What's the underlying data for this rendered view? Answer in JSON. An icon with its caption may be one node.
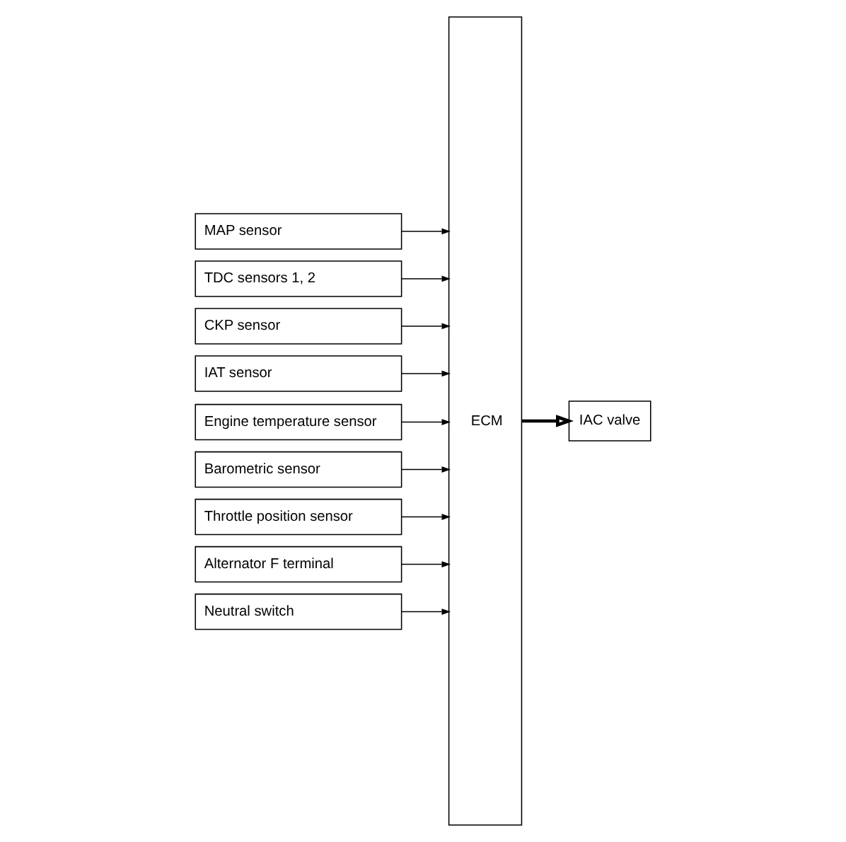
{
  "diagram": {
    "nodes": [
      {
        "text": [
          "MAP sensor"
        ]
      },
      {
        "text": [
          "TDC sensors 1, 2"
        ]
      },
      {
        "text": [
          "CKP sensor"
        ]
      },
      {
        "text": [
          "IAT sensor"
        ]
      },
      {
        "text": [
          "Engine temperature sensor"
        ]
      },
      {
        "text": [
          "Barometric sensor"
        ]
      },
      {
        "text": [
          "Throttle position sensor"
        ]
      },
      {
        "text": [
          "Alternator F terminal"
        ]
      },
      {
        "text": [
          "Neutral switch"
        ]
      },
      {
        "text": [
          "ECM"
        ]
      },
      {
        "text": [
          "IAC valve"
        ]
      }
    ],
    "edges": [
      {
        "from": 0,
        "to": 9,
        "arrow": "to"
      },
      {
        "from": 1,
        "to": 9,
        "arrow": "to"
      },
      {
        "from": 2,
        "to": 9,
        "arrow": "to"
      },
      {
        "from": 3,
        "to": 9,
        "arrow": "to"
      },
      {
        "from": 4,
        "to": 9,
        "arrow": "to"
      },
      {
        "from": 5,
        "to": 9,
        "arrow": "to"
      },
      {
        "from": 6,
        "to": 9,
        "arrow": "to"
      },
      {
        "from": 7,
        "to": 9,
        "arrow": "to"
      },
      {
        "from": 8,
        "to": 9,
        "arrow": "to"
      },
      {
        "from": 9,
        "to": 10,
        "arrow": "to",
        "style": "thick"
      }
    ]
  }
}
